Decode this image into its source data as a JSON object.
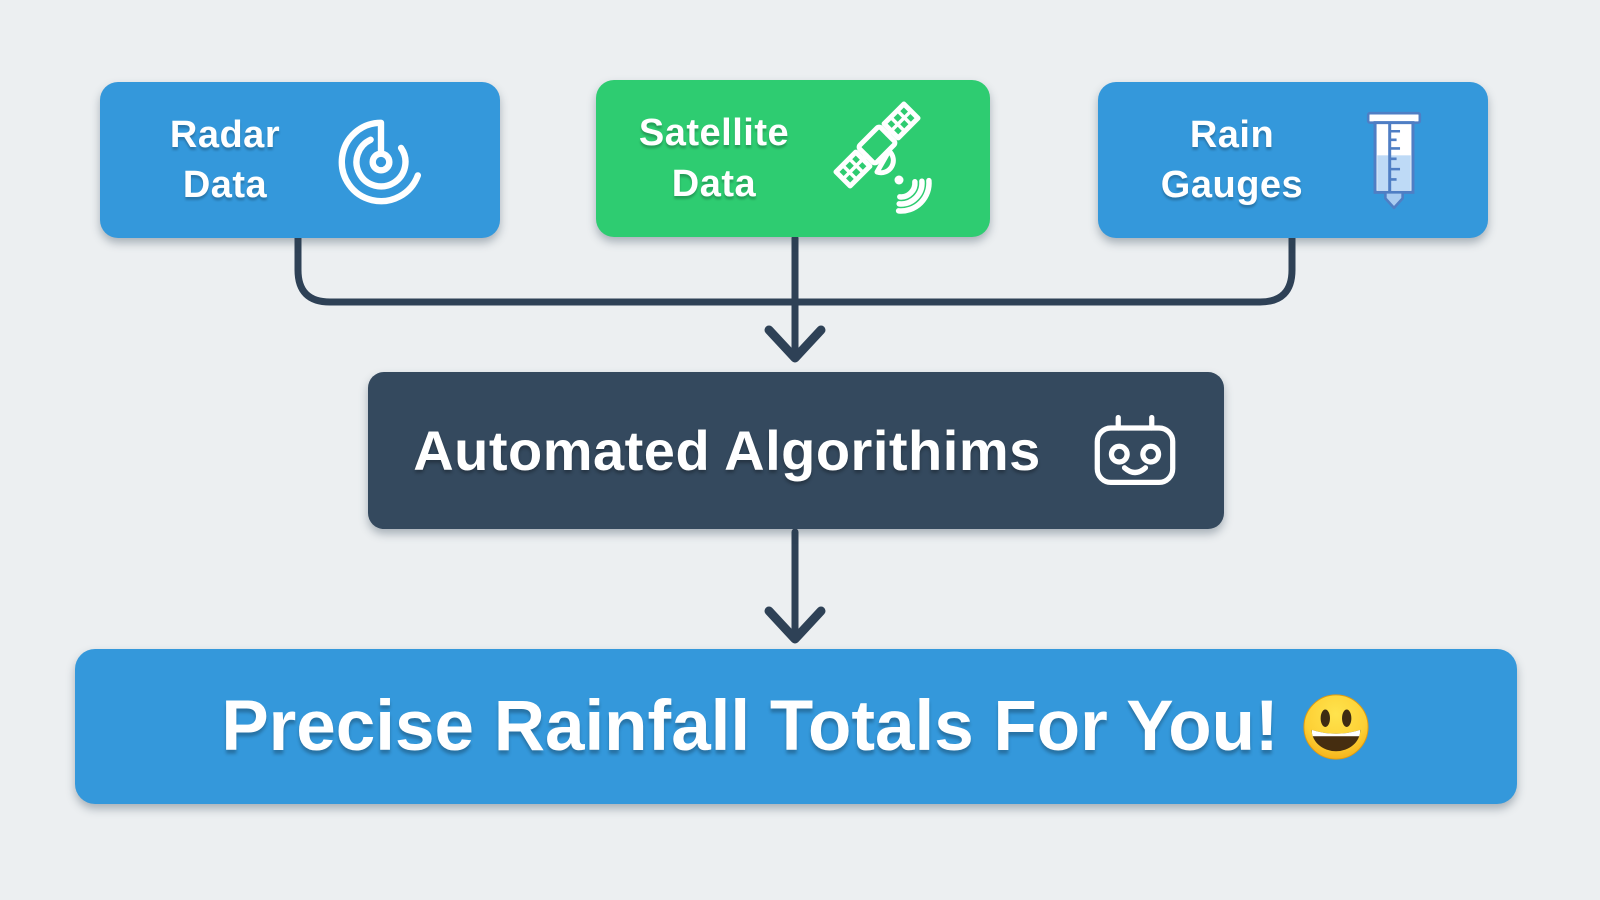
{
  "diagram": {
    "background_color": "#eceff1",
    "connector_color": "#2e4156",
    "sources": [
      {
        "id": "radar",
        "line1": "Radar",
        "line2": "Data",
        "color": "#3498db",
        "icon": "radar-icon"
      },
      {
        "id": "satellite",
        "line1": "Satellite",
        "line2": "Data",
        "color": "#2ecc71",
        "icon": "satellite-icon"
      },
      {
        "id": "rain-gauges",
        "line1": "Rain",
        "line2": "Gauges",
        "color": "#3498db",
        "icon": "rain-gauge-icon"
      }
    ],
    "processor": {
      "label": "Automated Algorithims",
      "color": "#34495e",
      "icon": "robot-icon"
    },
    "result": {
      "label": "Precise Rainfall Totals For You!",
      "emoji": "😃",
      "emoji_name": "grinning-face-emoji",
      "color": "#3498db"
    }
  }
}
